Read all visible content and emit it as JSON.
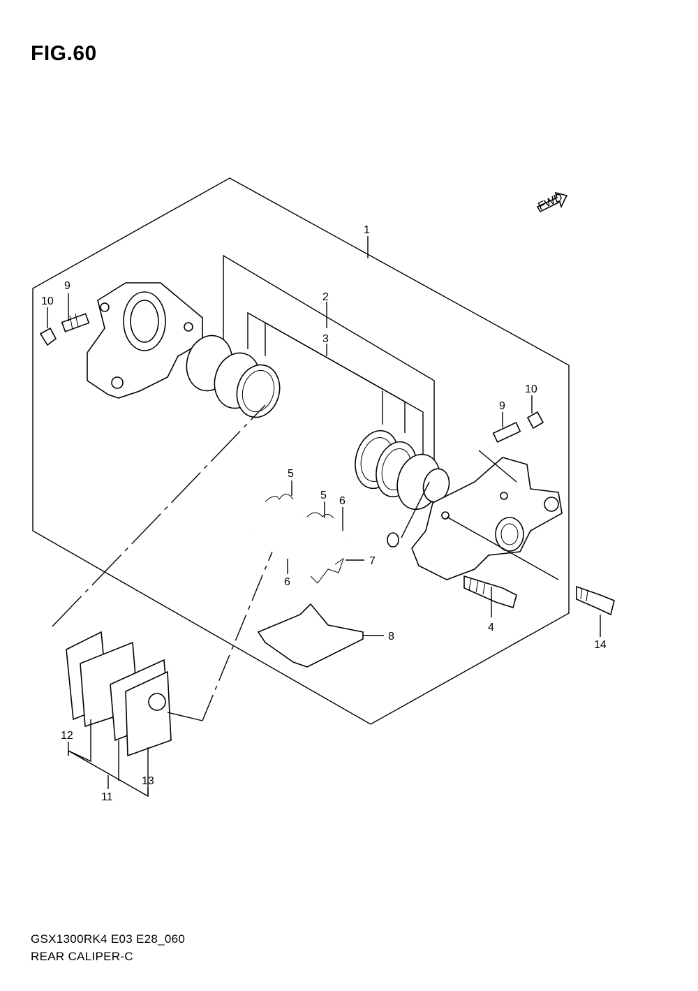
{
  "figure": {
    "title": "FIG.60",
    "code": "GSX1300RK4 E03 E28_060",
    "name": "REAR CALIPER-C",
    "fwd_badge": "FWD"
  },
  "callouts": [
    {
      "id": "c1",
      "text": "1"
    },
    {
      "id": "c2",
      "text": "2"
    },
    {
      "id": "c3",
      "text": "3"
    },
    {
      "id": "c4",
      "text": "4"
    },
    {
      "id": "c5a",
      "text": "5"
    },
    {
      "id": "c5b",
      "text": "5"
    },
    {
      "id": "c6a",
      "text": "6"
    },
    {
      "id": "c6b",
      "text": "6"
    },
    {
      "id": "c7",
      "text": "7"
    },
    {
      "id": "c8",
      "text": "8"
    },
    {
      "id": "c9a",
      "text": "9"
    },
    {
      "id": "c9b",
      "text": "9"
    },
    {
      "id": "c10a",
      "text": "10"
    },
    {
      "id": "c10b",
      "text": "10"
    },
    {
      "id": "c11",
      "text": "11"
    },
    {
      "id": "c12",
      "text": "12"
    },
    {
      "id": "c13",
      "text": "13"
    },
    {
      "id": "c14",
      "text": "14"
    }
  ]
}
